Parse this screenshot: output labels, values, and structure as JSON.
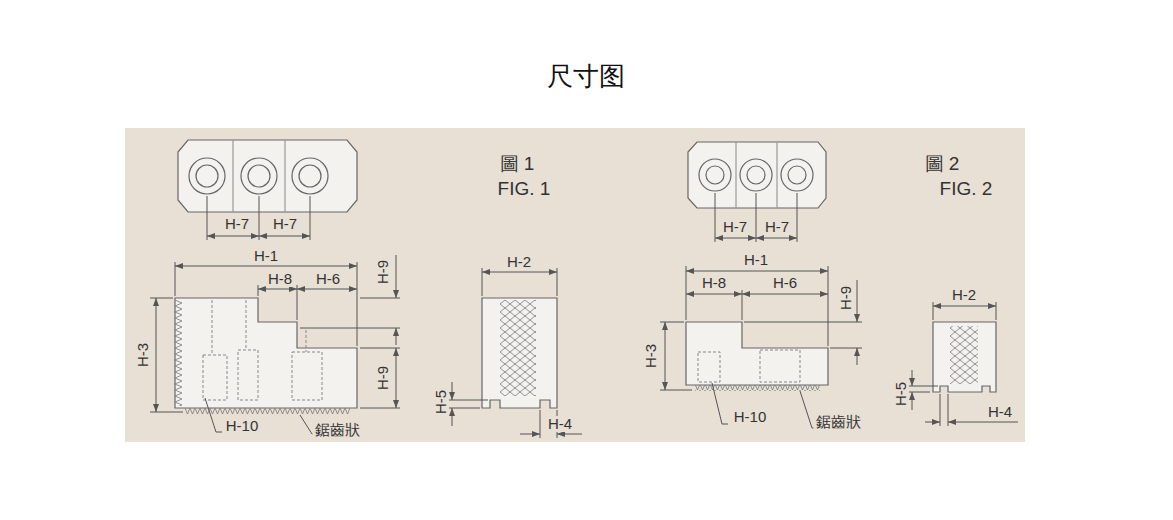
{
  "diagram": {
    "title": "尺寸图",
    "labels": [
      "圖 1",
      "FIG. 1",
      "H-7",
      "H-7",
      "H-1",
      "H-8",
      "H-6",
      "H-9",
      "H-3",
      "H-9",
      "H-10",
      "鋸齒狀",
      "H-2",
      "H-5",
      "H-4",
      "圖 2",
      "FIG. 2",
      "H-7",
      "H-7",
      "H-1",
      "H-8",
      "H-6",
      "H-9",
      "H-3",
      "H-10",
      "鋸齒狀",
      "H-2",
      "H-5",
      "H-4"
    ]
  }
}
